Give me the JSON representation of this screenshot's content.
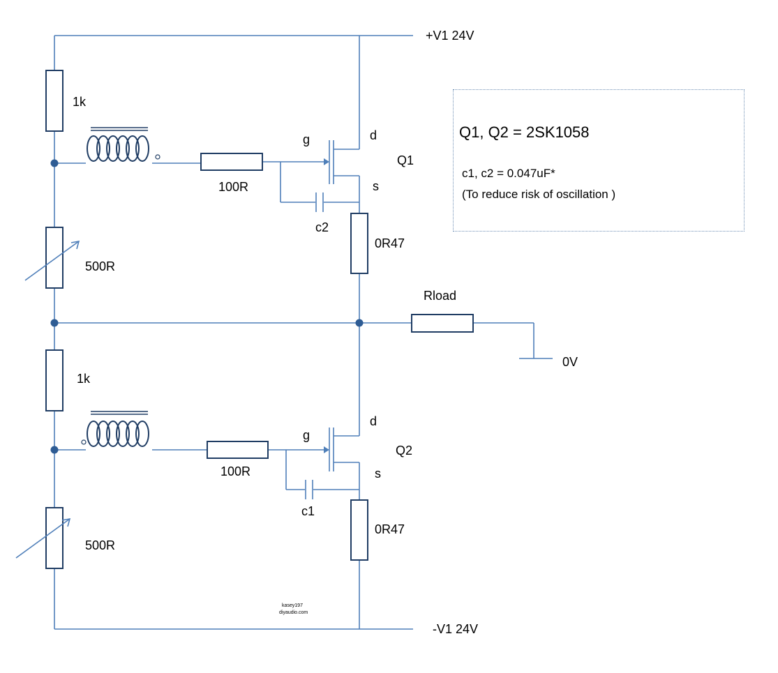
{
  "rails": {
    "positive": "+V1 24V",
    "negative": "-V1 24V",
    "ground": "0V"
  },
  "components": {
    "r1_top": "1k",
    "pot_top": "500R",
    "r_gate_top": "100R",
    "r_source_top": "0R47",
    "r1_bottom": "1k",
    "pot_bottom": "500R",
    "r_gate_bottom": "100R",
    "r_source_bottom": "0R47",
    "load": "Rload",
    "cap_top": "c2",
    "cap_bottom": "c1"
  },
  "transistors": {
    "q1": {
      "name": "Q1",
      "gate": "g",
      "drain": "d",
      "source": "s"
    },
    "q2": {
      "name": "Q2",
      "gate": "g",
      "drain": "d",
      "source": "s"
    }
  },
  "note": {
    "line1": "Q1, Q2 = 2SK1058",
    "line2": "c1, c2 = 0.047uF*",
    "line3": "(To reduce risk of oscillation )"
  },
  "credit": {
    "line1": "kasey197",
    "line2": "diyaudio.com"
  }
}
